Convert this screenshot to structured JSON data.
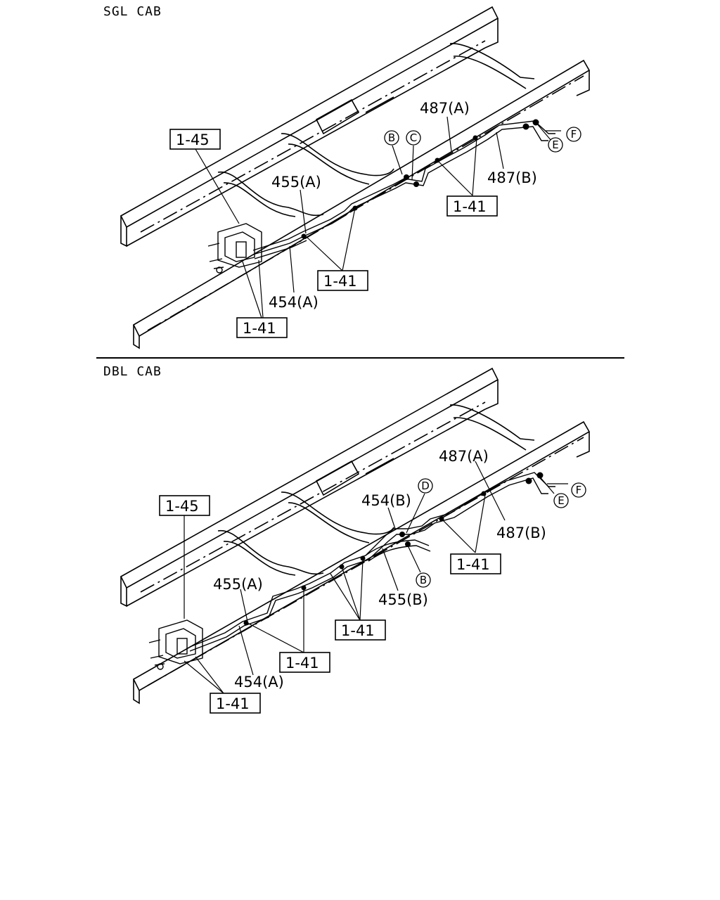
{
  "sections": [
    {
      "title": "SGL CAB",
      "callouts": {
        "ref_1_45": "1-45",
        "ref_1_41_a": "1-41",
        "ref_1_41_b": "1-41",
        "ref_1_41_c": "1-41",
        "p455a": "455(A)",
        "p454a": "454(A)",
        "p487a": "487(A)",
        "p487b": "487(B)",
        "mark_b": "B",
        "mark_c": "C",
        "mark_e": "E",
        "mark_f": "F"
      }
    },
    {
      "title": "DBL CAB",
      "callouts": {
        "ref_1_45": "1-45",
        "ref_1_41_a": "1-41",
        "ref_1_41_b": "1-41",
        "ref_1_41_c": "1-41",
        "ref_1_41_d": "1-41",
        "p455a": "455(A)",
        "p454a": "454(A)",
        "p454b": "454(B)",
        "p455b": "455(B)",
        "p487a": "487(A)",
        "p487b": "487(B)",
        "mark_b": "B",
        "mark_d": "D",
        "mark_e": "E",
        "mark_f": "F"
      }
    }
  ]
}
